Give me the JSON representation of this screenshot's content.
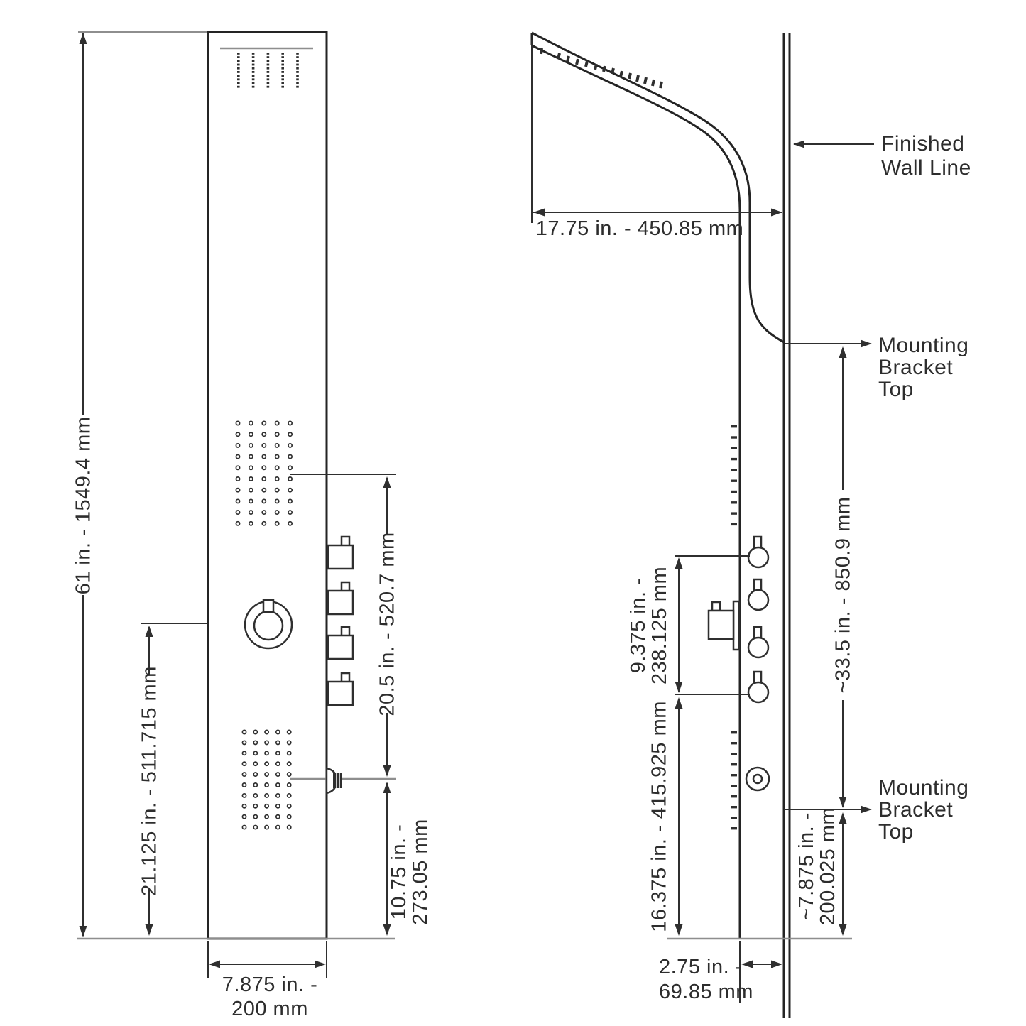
{
  "front_view": {
    "dim_overall_height": "61 in. - 1549.4 mm",
    "dim_valve_to_bottom": "21.125 in. - 511.715 mm",
    "dim_jets_to_spout": "20.5 in. - 520.7 mm",
    "dim_spout_height": [
      "10.75 in. -",
      "273.05 mm"
    ],
    "dim_panel_width": [
      "7.875 in. -",
      "200 mm"
    ]
  },
  "side_view": {
    "dim_head_reach": "17.75 in. - 450.85 mm",
    "label_finished_wall": [
      "Finished",
      "Wall Line"
    ],
    "label_bracket_upper": [
      "Mounting",
      "Bracket",
      "Top"
    ],
    "label_bracket_lower": [
      "Mounting",
      "Bracket",
      "Top"
    ],
    "dim_knob_span": [
      "9.375 in. -",
      "238.125 mm"
    ],
    "dim_bracket_span": "~33.5 in. - 850.9 mm",
    "dim_spout_to_bottom": "16.375 in. - 415.925 mm",
    "dim_bracket_to_bottom": [
      "~7.875 in. -",
      "200.025 mm"
    ],
    "dim_panel_depth": [
      "2.75 in. -",
      "69.85 mm"
    ]
  }
}
